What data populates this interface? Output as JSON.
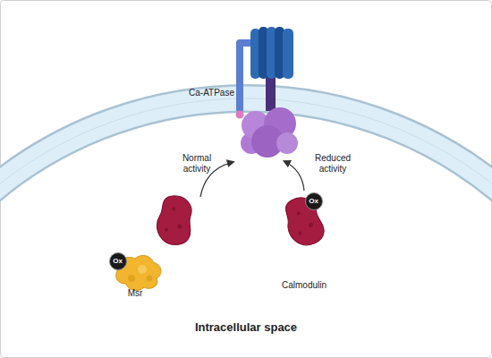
{
  "diagram": {
    "nodes": [
      {
        "text": [
          "Ca-ATPase"
        ]
      },
      {
        "text": [
          "Msr"
        ]
      },
      {
        "text": [
          "Ox"
        ],
        "in": 1
      },
      {
        "text": [
          "Calmodulin"
        ]
      },
      {
        "text": [
          "Ox"
        ],
        "in": 3
      }
    ],
    "edges": [
      {
        "from": 3,
        "to": 0,
        "arrow": "to",
        "label": "Reduced activity"
      }
    ],
    "labels": [
      "Normal activity",
      "Intracellular space"
    ]
  }
}
